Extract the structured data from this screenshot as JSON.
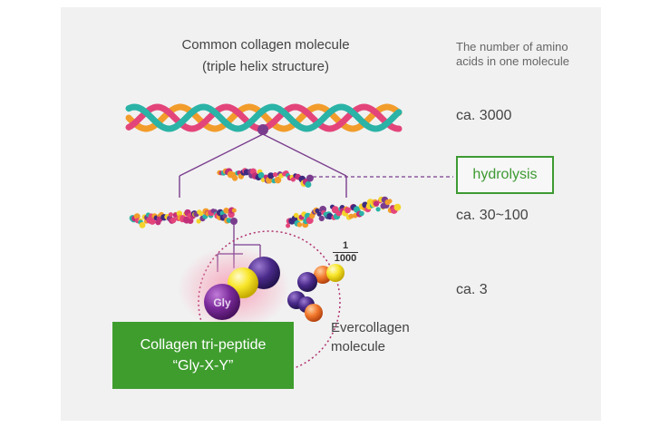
{
  "title": {
    "line1": "Common collagen molecule",
    "line2": "(triple helix structure)"
  },
  "amino_count": {
    "heading": "The number of amino acids in one molecule",
    "value_full": "ca. 3000",
    "value_hydrolyzed": "ca. 30~100",
    "value_tripeptide": "ca. 3"
  },
  "hydrolysis_label": "hydrolysis",
  "tripeptide_box": {
    "line1": "Collagen tri-peptide",
    "line2": "“Gly-X-Y”",
    "color": "#3f9d2e"
  },
  "evercollagen": {
    "line1": "Evercollagen",
    "line2": "molecule"
  },
  "ratio": {
    "numerator": "1",
    "denominator": "1000"
  },
  "gly_label": "Gly",
  "colors": {
    "helix_teal": "#2ab3a6",
    "helix_pink": "#e3457a",
    "helix_orange": "#f29c2b",
    "accent_purple": "#7a3d8e",
    "hydrolysis_green": "#3d9a32"
  }
}
